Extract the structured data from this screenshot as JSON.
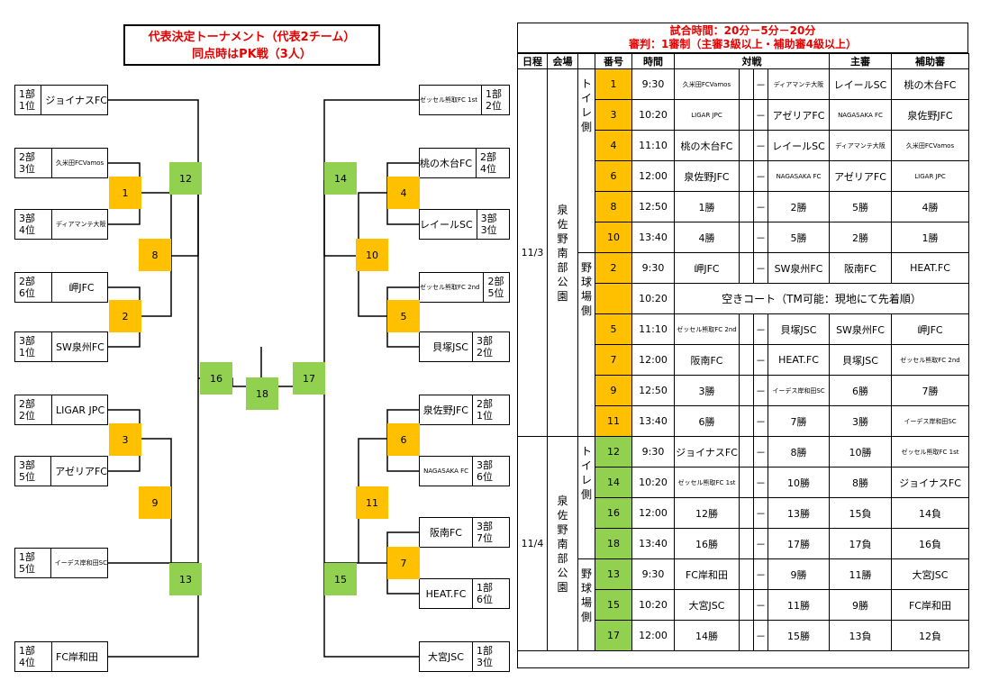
{
  "title": {
    "line1": "代表決定トーナメント（代表2チーム）",
    "line2": "同点時はPK戦（3人）"
  },
  "bracket": {
    "left": [
      {
        "rank1": "1部",
        "rank2": "1位",
        "name": "ジョイナスFC"
      },
      {
        "rank1": "2部",
        "rank2": "3位",
        "name": "久米田FCVamos"
      },
      {
        "rank1": "3部",
        "rank2": "4位",
        "name": "ディアマンテ大阪"
      },
      {
        "rank1": "2部",
        "rank2": "6位",
        "name": "岬JFC"
      },
      {
        "rank1": "3部",
        "rank2": "1位",
        "name": "SW泉州FC"
      },
      {
        "rank1": "2部",
        "rank2": "2位",
        "name": "LIGAR JPC"
      },
      {
        "rank1": "3部",
        "rank2": "5位",
        "name": "アゼリアFC"
      },
      {
        "rank1": "1部",
        "rank2": "5位",
        "name": "イーデス岸和田SC"
      },
      {
        "rank1": "1部",
        "rank2": "4位",
        "name": "FC岸和田"
      }
    ],
    "right": [
      {
        "rank1": "1部",
        "rank2": "2位",
        "name": "ゼッセル熊取FC 1st"
      },
      {
        "rank1": "2部",
        "rank2": "4位",
        "name": "桃の木台FC"
      },
      {
        "rank1": "3部",
        "rank2": "3位",
        "name": "レイールSC"
      },
      {
        "rank1": "2部",
        "rank2": "5位",
        "name": "ゼッセル熊取FC 2nd"
      },
      {
        "rank1": "3部",
        "rank2": "2位",
        "name": "貝塚JSC"
      },
      {
        "rank1": "2部",
        "rank2": "1位",
        "name": "泉佐野JFC"
      },
      {
        "rank1": "3部",
        "rank2": "6位",
        "name": "NAGASAKA FC"
      },
      {
        "rank1": "3部",
        "rank2": "7位",
        "name": "阪南FC"
      },
      {
        "rank1": "1部",
        "rank2": "6位",
        "name": "HEAT.FC"
      },
      {
        "rank1": "1部",
        "rank2": "3位",
        "name": "大宮JSC"
      }
    ],
    "matches": {
      "m1": "1",
      "m2": "2",
      "m3": "3",
      "m4": "4",
      "m5": "5",
      "m6": "6",
      "m7": "7",
      "m8": "8",
      "m9": "9",
      "m10": "10",
      "m11": "11",
      "m12": "12",
      "m13": "13",
      "m14": "14",
      "m15": "15",
      "m16": "16",
      "m17": "17",
      "m18": "18"
    }
  },
  "schedule": {
    "header1": "試合時間：20分－5分－20分",
    "header2": "審判：1審制（主審3級以上・補助審4級以上）",
    "cols": {
      "date": "日程",
      "venue": "会場",
      "no": "番号",
      "time": "時間",
      "match": "対戦",
      "ref": "主審",
      "assist": "補助審"
    },
    "dash": "－",
    "day1": {
      "date": "11/3",
      "venue": "泉佐野南部公園",
      "side1": "トイレ側",
      "side2": "野球場側"
    },
    "day2": {
      "date": "11/4",
      "venue": "泉佐野南部公園",
      "side1": "トイレ側",
      "side2": "野球場側"
    },
    "empty_court": "空きコート（TM可能：現地にて先着順）",
    "rows1": [
      {
        "no": "1",
        "time": "9:30",
        "a": "久米田FCVamos",
        "b": "ディアマンテ大阪",
        "ref": "レイールSC",
        "assist": "桃の木台FC"
      },
      {
        "no": "3",
        "time": "10:20",
        "a": "LIGAR JPC",
        "b": "アゼリアFC",
        "ref": "NAGASAKA FC",
        "assist": "泉佐野JFC"
      },
      {
        "no": "4",
        "time": "11:10",
        "a": "桃の木台FC",
        "b": "レイールSC",
        "ref": "ディアマンテ大阪",
        "assist": "久米田FCVamos"
      },
      {
        "no": "6",
        "time": "12:00",
        "a": "泉佐野JFC",
        "b": "NAGASAKA FC",
        "ref": "アゼリアFC",
        "assist": "LIGAR JPC"
      },
      {
        "no": "8",
        "time": "12:50",
        "a": "1勝",
        "b": "2勝",
        "ref": "5勝",
        "assist": "4勝"
      },
      {
        "no": "10",
        "time": "13:40",
        "a": "4勝",
        "b": "5勝",
        "ref": "2勝",
        "assist": "1勝"
      }
    ],
    "rows2": [
      {
        "no": "2",
        "time": "9:30",
        "a": "岬JFC",
        "b": "SW泉州FC",
        "ref": "阪南FC",
        "assist": "HEAT.FC"
      },
      {
        "no": "",
        "time": "10:20"
      },
      {
        "no": "5",
        "time": "11:10",
        "a": "ゼッセル熊取FC 2nd",
        "b": "貝塚JSC",
        "ref": "SW泉州FC",
        "assist": "岬JFC"
      },
      {
        "no": "7",
        "time": "12:00",
        "a": "阪南FC",
        "b": "HEAT.FC",
        "ref": "貝塚JSC",
        "assist": "ゼッセル熊取FC 2nd"
      },
      {
        "no": "9",
        "time": "12:50",
        "a": "3勝",
        "b": "イーデス岸和田SC",
        "ref": "6勝",
        "assist": "7勝"
      },
      {
        "no": "11",
        "time": "13:40",
        "a": "6勝",
        "b": "7勝",
        "ref": "3勝",
        "assist": "イーデス岸和田SC"
      }
    ],
    "rows3": [
      {
        "no": "12",
        "time": "9:30",
        "a": "ジョイナスFC",
        "b": "8勝",
        "ref": "10勝",
        "assist": "ゼッセル熊取FC 1st"
      },
      {
        "no": "14",
        "time": "10:20",
        "a": "ゼッセル熊取FC 1st",
        "b": "10勝",
        "ref": "8勝",
        "assist": "ジョイナスFC"
      },
      {
        "no": "16",
        "time": "12:00",
        "a": "12勝",
        "b": "13勝",
        "ref": "15負",
        "assist": "14負"
      },
      {
        "no": "18",
        "time": "13:40",
        "a": "16勝",
        "b": "17勝",
        "ref": "17負",
        "assist": "16負"
      }
    ],
    "rows4": [
      {
        "no": "13",
        "time": "9:30",
        "a": "FC岸和田",
        "b": "9勝",
        "ref": "11勝",
        "assist": "大宮JSC"
      },
      {
        "no": "15",
        "time": "10:20",
        "a": "大宮JSC",
        "b": "11勝",
        "ref": "9勝",
        "assist": "FC岸和田"
      },
      {
        "no": "17",
        "time": "12:00",
        "a": "14勝",
        "b": "15勝",
        "ref": "13負",
        "assist": "12負"
      }
    ]
  }
}
